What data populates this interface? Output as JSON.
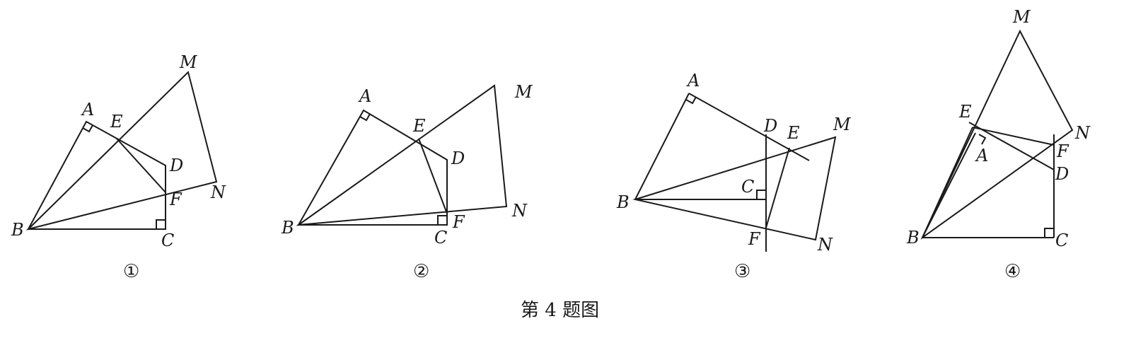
{
  "caption": "第 4 题图",
  "figures": [
    {
      "index": "①",
      "labels": {
        "A": "A",
        "B": "B",
        "C": "C",
        "D": "D",
        "E": "E",
        "F": "F",
        "M": "M",
        "N": "N"
      }
    },
    {
      "index": "②",
      "labels": {
        "A": "A",
        "B": "B",
        "C": "C",
        "D": "D",
        "E": "E",
        "F": "F",
        "M": "M",
        "N": "N"
      }
    },
    {
      "index": "③",
      "labels": {
        "A": "A",
        "B": "B",
        "C": "C",
        "D": "D",
        "E": "E",
        "F": "F",
        "M": "M",
        "N": "N"
      }
    },
    {
      "index": "④",
      "labels": {
        "A": "A",
        "B": "B",
        "C": "C",
        "D": "D",
        "E": "E",
        "F": "F",
        "M": "M",
        "N": "N"
      }
    }
  ]
}
